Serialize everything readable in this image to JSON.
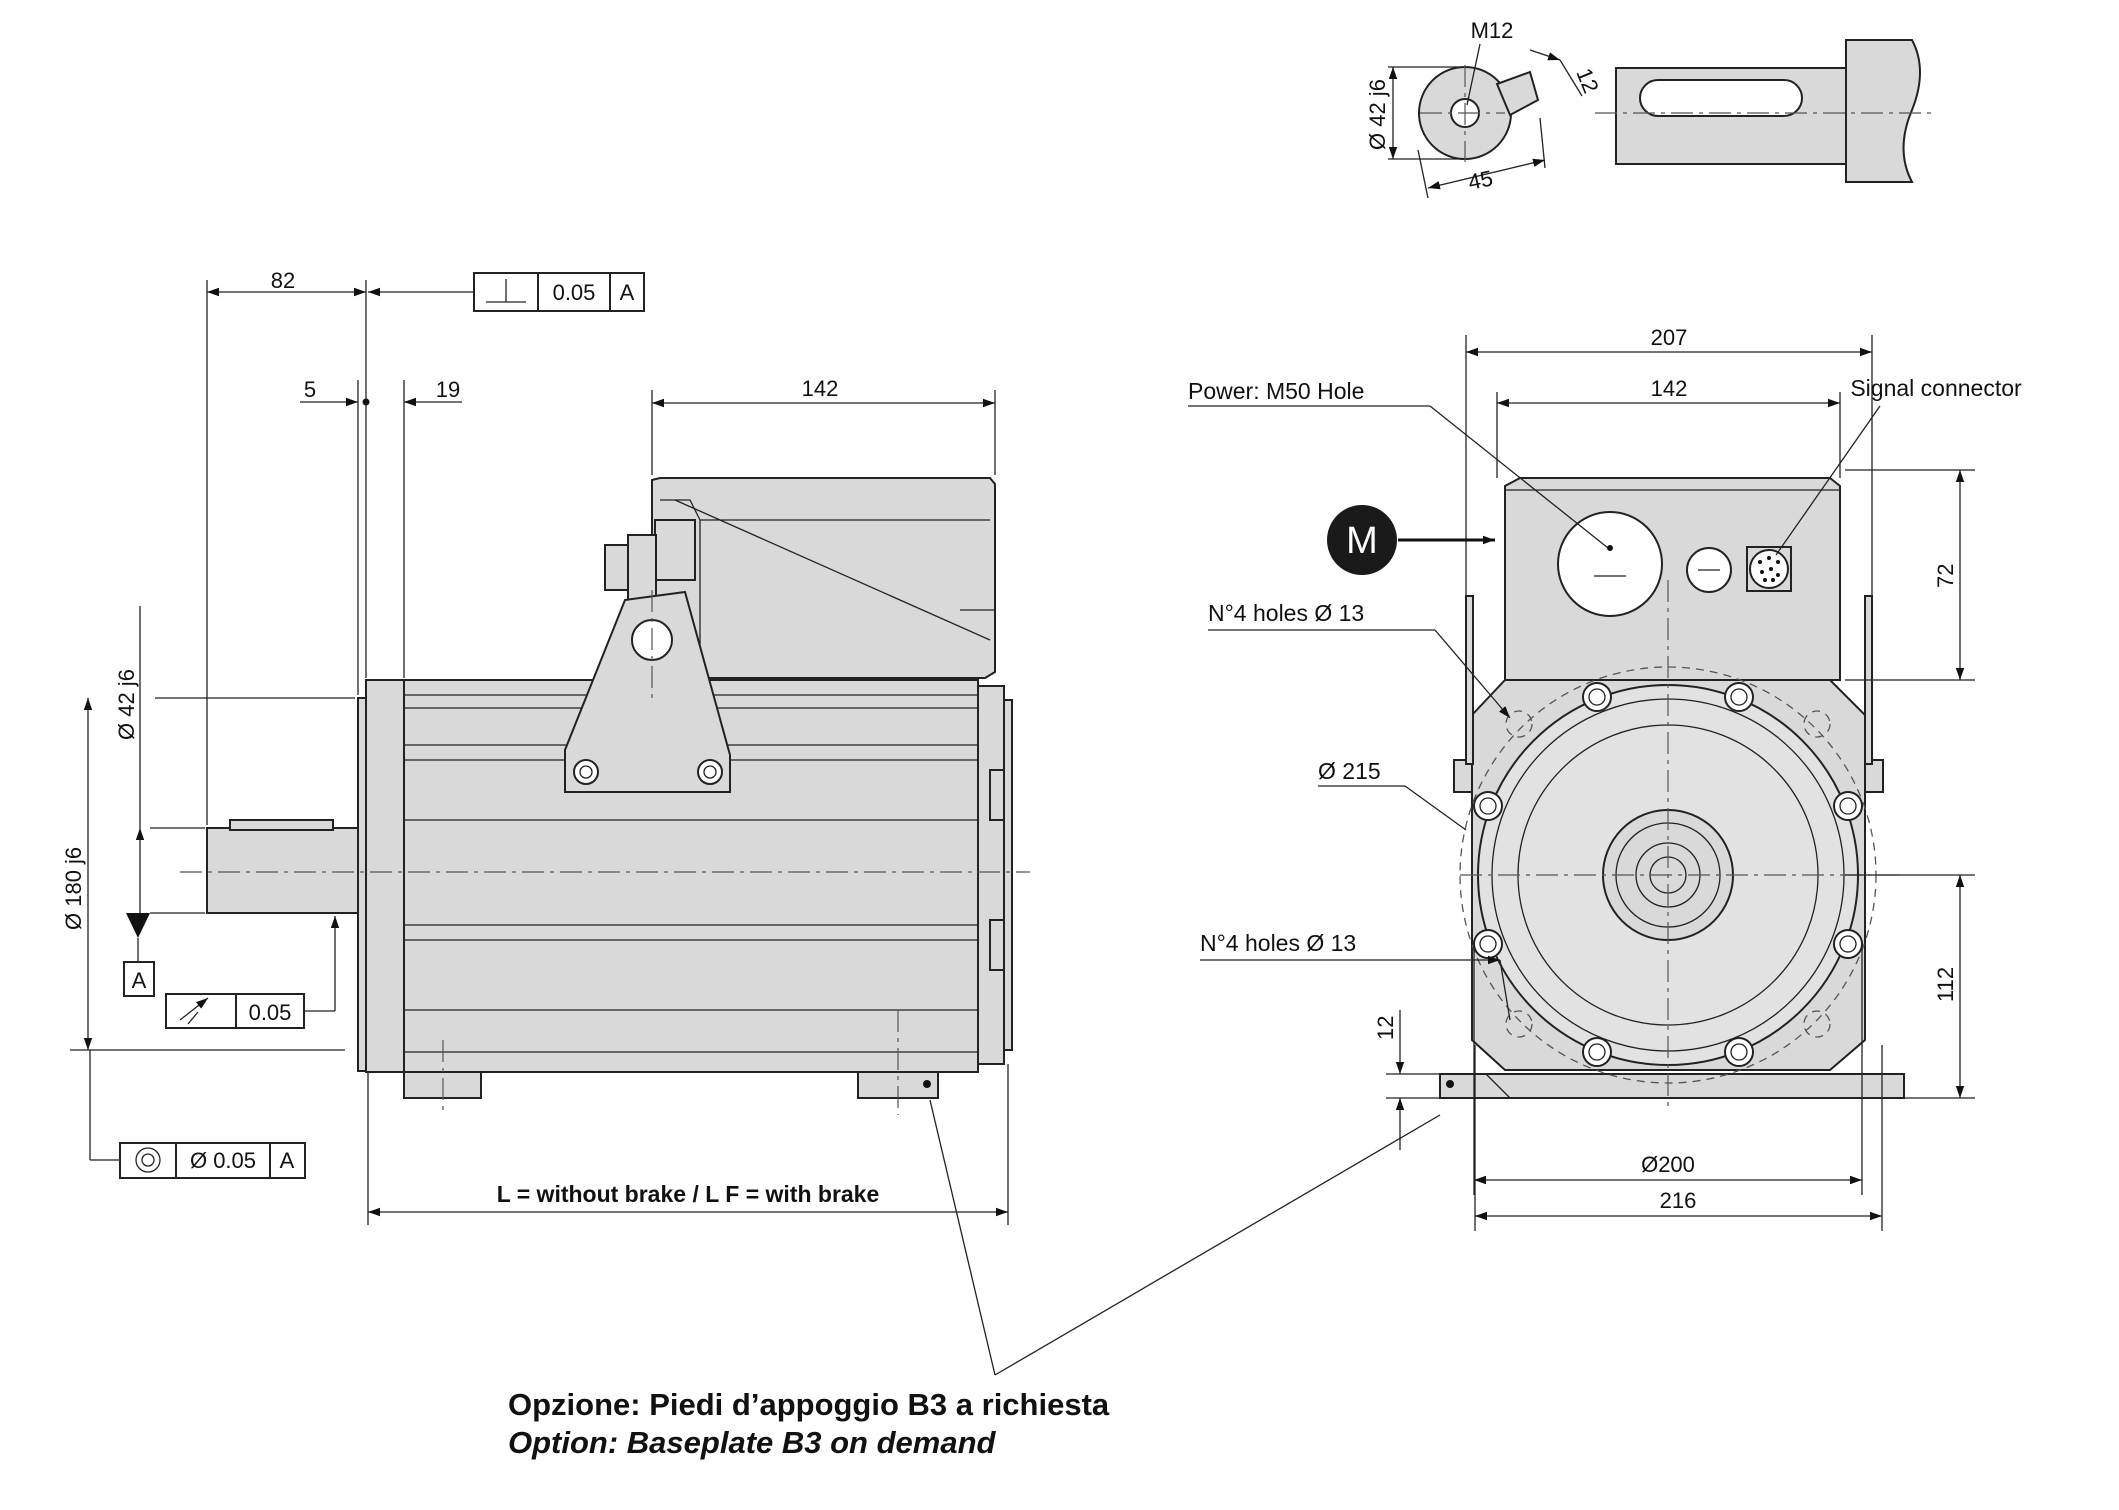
{
  "dimensions": {
    "shaft_length": "82",
    "flange_step": "5",
    "flange_thickness": "19",
    "connector_box_side": "142",
    "front_width": "207",
    "front_box_width": "142",
    "box_height": "72",
    "axis_height": "112",
    "base_thickness": "12",
    "pilot_diameter": "Ø200",
    "base_width": "216",
    "pcd": "Ø 215",
    "shaft_diameter": "Ø 42 j6",
    "pilot_fit": "Ø 180 j6",
    "overall_length": "L = without brake / L F = with brake",
    "detail_thread": "M12",
    "detail_diameter": "Ø 42 j6",
    "detail_key_height": "12",
    "detail_length": "45"
  },
  "tolerances": {
    "perpendicularity": "0.05",
    "runout": "0.05",
    "concentricity": "Ø 0.05",
    "datum": "A"
  },
  "labels": {
    "power": "Power: M50 Hole",
    "signal": "Signal connector",
    "holes_upper": "N°4 holes Ø 13",
    "holes_lower": "N°4 holes Ø 13",
    "motor_badge": "M"
  },
  "caption": {
    "italian": "Opzione: Piedi d’appoggio B3 a richiesta",
    "english": "Option: Baseplate B3 on demand"
  },
  "icons": [
    "perpendicularity-icon",
    "runout-arrow-icon",
    "concentricity-icon",
    "arrow-icon"
  ]
}
